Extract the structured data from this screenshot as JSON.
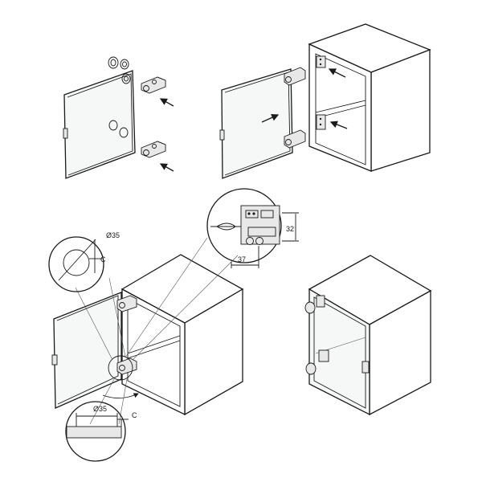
{
  "dimensions": {
    "cup_diameter_top": "Ø35",
    "distance_top": "C",
    "height": "32",
    "width": "37",
    "cup_diameter_bottom": "Ø35",
    "distance_bottom": "C"
  },
  "colors": {
    "line": "#1a1a1a",
    "glass_tint": "#f6f8f8",
    "hardware_fill": "#e8e8e8"
  }
}
